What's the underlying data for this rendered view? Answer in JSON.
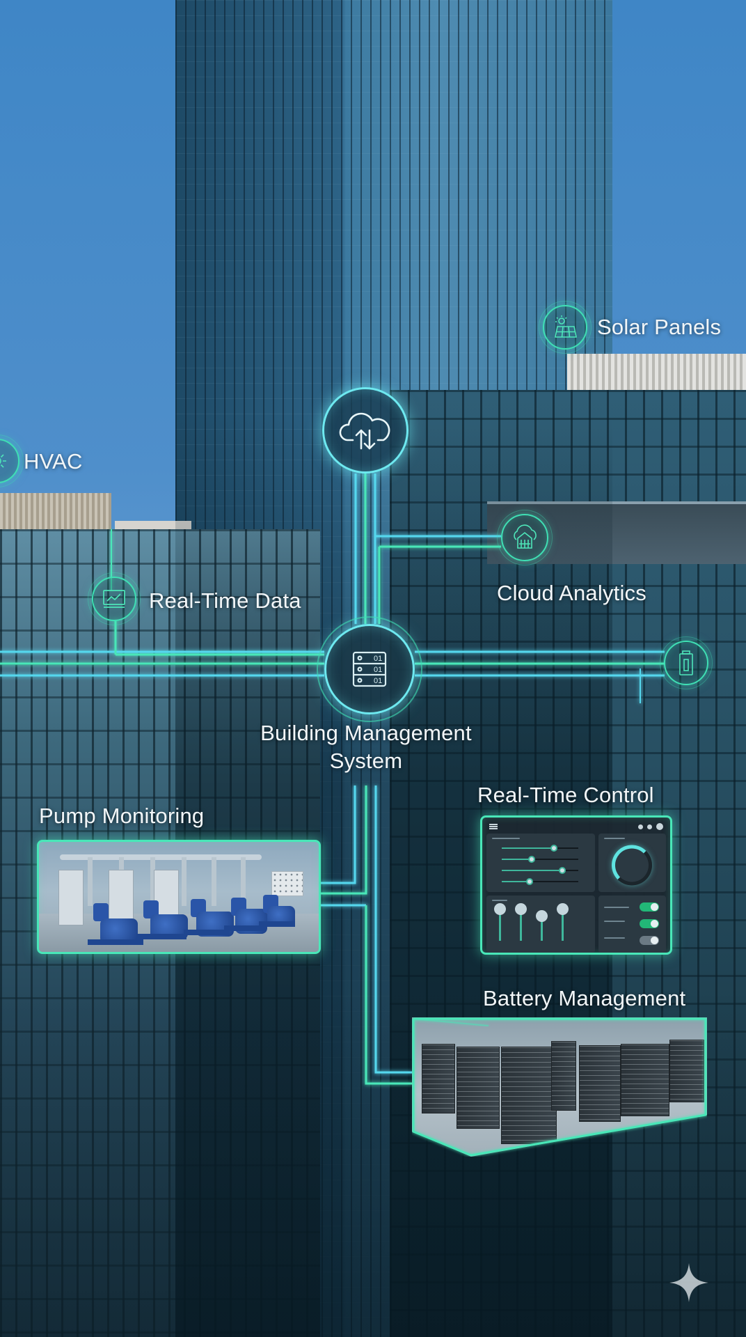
{
  "title": "Building Management System infographic",
  "colors": {
    "accent_green": "#49e7b8",
    "accent_cyan": "#6ee9f0",
    "label_text": "#f2f6f8",
    "sky": "#4f8fcb"
  },
  "hub": {
    "label_line1": "Building Management",
    "label_line2": "System",
    "icon": "server-rack-icon"
  },
  "top_node": {
    "icon": "cloud-sync-icon"
  },
  "nodes": {
    "solar": {
      "label": "Solar Panels",
      "icon": "solar-panel-icon"
    },
    "hvac": {
      "label": "HVAC",
      "icon": "hvac-fan-icon"
    },
    "cloud_analytics": {
      "label": "Cloud Analytics",
      "icon": "cloud-house-icon"
    },
    "realtime_data": {
      "label": "Real-Time Data",
      "icon": "line-chart-monitor-icon"
    },
    "battery": {
      "icon": "battery-icon"
    }
  },
  "panels": {
    "pump": {
      "label": "Pump Monitoring",
      "image": "pump-room-photo"
    },
    "control": {
      "label": "Real-Time Control",
      "image": "dashboard-ui-screenshot"
    },
    "battery": {
      "label": "Battery Management",
      "image": "battery-racks-photo"
    }
  },
  "watermark": {
    "icon": "sparkle-icon"
  }
}
